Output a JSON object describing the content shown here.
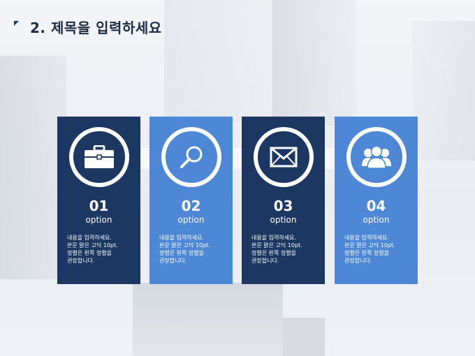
{
  "slide": {
    "title": "2. 제목을 입력하세요"
  },
  "cards": [
    {
      "icon": "briefcase-icon",
      "number": "01",
      "option": "option",
      "lines": [
        "내용을 입력하세요.",
        "본문 맑은 고딕 10pt.",
        "정렬은 왼쪽 정렬을",
        "권장합니다."
      ]
    },
    {
      "icon": "magnifier-icon",
      "number": "02",
      "option": "option",
      "lines": [
        "내용을 입력하세요.",
        "본문 맑은 고딕 10pt.",
        "정렬은 왼쪽 정렬을",
        "권장합니다."
      ]
    },
    {
      "icon": "envelope-icon",
      "number": "03",
      "option": "option",
      "lines": [
        "내용을 입력하세요.",
        "본문 맑은 고딕 10pt.",
        "정렬은 왼쪽 정렬을",
        "권장합니다."
      ]
    },
    {
      "icon": "people-icon",
      "number": "04",
      "option": "option",
      "lines": [
        "내용을 입력하세요.",
        "본문 맑은 고딕 10pt.",
        "정렬은 왼쪽 정렬을",
        "권장합니다."
      ]
    }
  ],
  "colors": {
    "dark": "#1b3762",
    "light": "#4d87d6",
    "title": "#1c2c45"
  }
}
